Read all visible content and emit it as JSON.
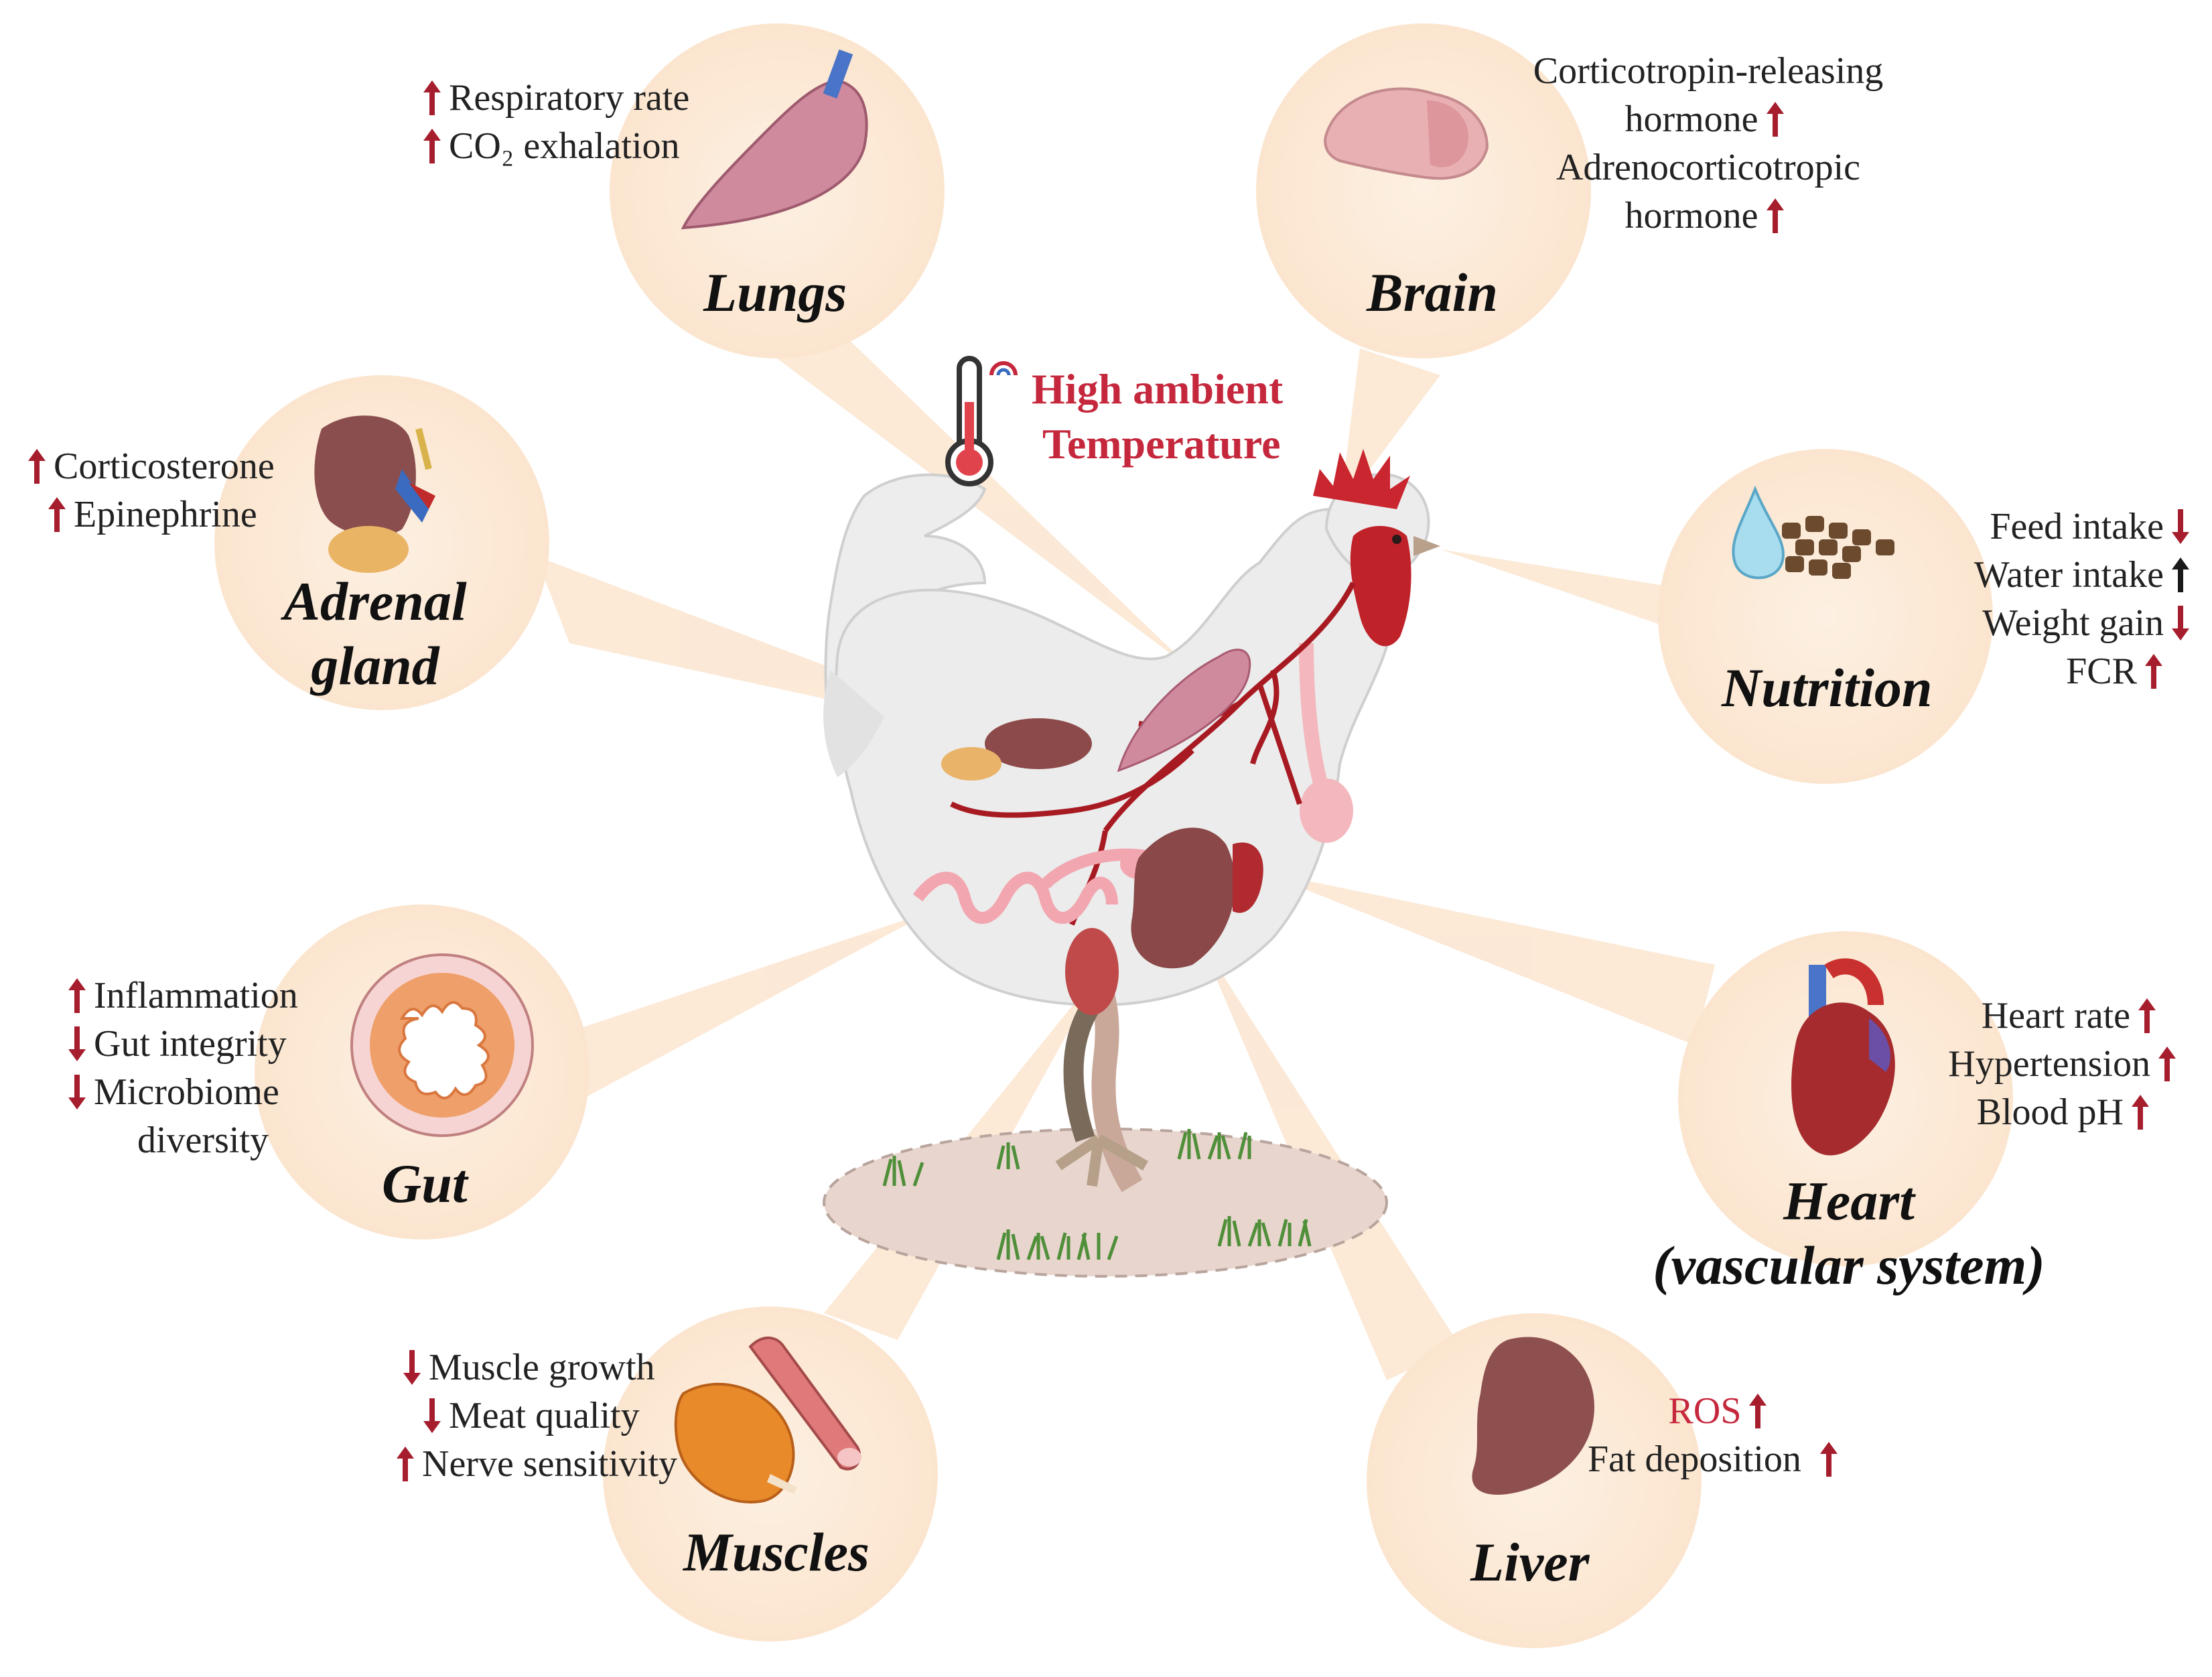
{
  "colors": {
    "up_arrow": "#a61e2d",
    "down_arrow": "#a61e2d",
    "neutral_arrow": "#1a1a1a",
    "circle_fill": "#fbe7d3",
    "beam_fill": "#fbe7d3",
    "highlight_text": "#c5283d"
  },
  "temperature": {
    "line1": "High ambient",
    "line2": "Temperature",
    "icon": "thermometer-icon"
  },
  "organs": {
    "lungs": {
      "title": "Lungs",
      "icon": "lungs-icon",
      "effects": [
        {
          "text": "Respiratory rate",
          "direction": "up"
        },
        {
          "text": "CO₂ exhalation",
          "direction": "up"
        }
      ]
    },
    "brain": {
      "title": "Brain",
      "icon": "brain-icon",
      "effects": [
        {
          "line1": "Corticotropin-releasing",
          "line2": "hormone",
          "direction": "up"
        },
        {
          "line1": "Adrenocorticotropic",
          "line2": "hormone",
          "direction": "up"
        }
      ]
    },
    "adrenal": {
      "title_line1": "Adrenal",
      "title_line2": "gland",
      "icon": "adrenal-gland-icon",
      "effects": [
        {
          "text": "Corticosterone",
          "direction": "up"
        },
        {
          "text": "Epinephrine",
          "direction": "up"
        }
      ]
    },
    "nutrition": {
      "title": "Nutrition",
      "icons": [
        "water-drop-icon",
        "feed-pellets-icon"
      ],
      "effects": [
        {
          "text": "Feed intake",
          "direction": "down"
        },
        {
          "text": "Water intake",
          "direction": "up-neutral"
        },
        {
          "text": "Weight gain",
          "direction": "down"
        },
        {
          "text": "FCR",
          "direction": "up"
        }
      ]
    },
    "gut": {
      "title": "Gut",
      "icon": "gut-cross-section-icon",
      "effects": [
        {
          "text": "Inflammation",
          "direction": "up"
        },
        {
          "text": "Gut integrity",
          "direction": "down"
        },
        {
          "line1": "Microbiome",
          "line2": "diversity",
          "direction": "down"
        }
      ]
    },
    "heart": {
      "title_line1": "Heart",
      "title_line2": "(vascular system)",
      "icon": "heart-icon",
      "effects": [
        {
          "text": "Heart rate",
          "direction": "up"
        },
        {
          "text": "Hypertension",
          "direction": "up"
        },
        {
          "text": "Blood pH",
          "direction": "up"
        }
      ]
    },
    "muscles": {
      "title": "Muscles",
      "icons": [
        "roast-chicken-icon",
        "muscle-fiber-icon"
      ],
      "effects": [
        {
          "text": "Muscle growth",
          "direction": "down"
        },
        {
          "text": "Meat quality",
          "direction": "down"
        },
        {
          "text": "Nerve sensitivity",
          "direction": "up"
        }
      ]
    },
    "liver": {
      "title": "Liver",
      "icon": "liver-icon",
      "effects": [
        {
          "text": "ROS",
          "direction": "up",
          "highlight": true
        },
        {
          "text": "Fat deposition",
          "direction": "up"
        }
      ]
    }
  },
  "center": {
    "illustration": "rooster-anatomy-illustration",
    "ground": "grass-patch-icon"
  }
}
